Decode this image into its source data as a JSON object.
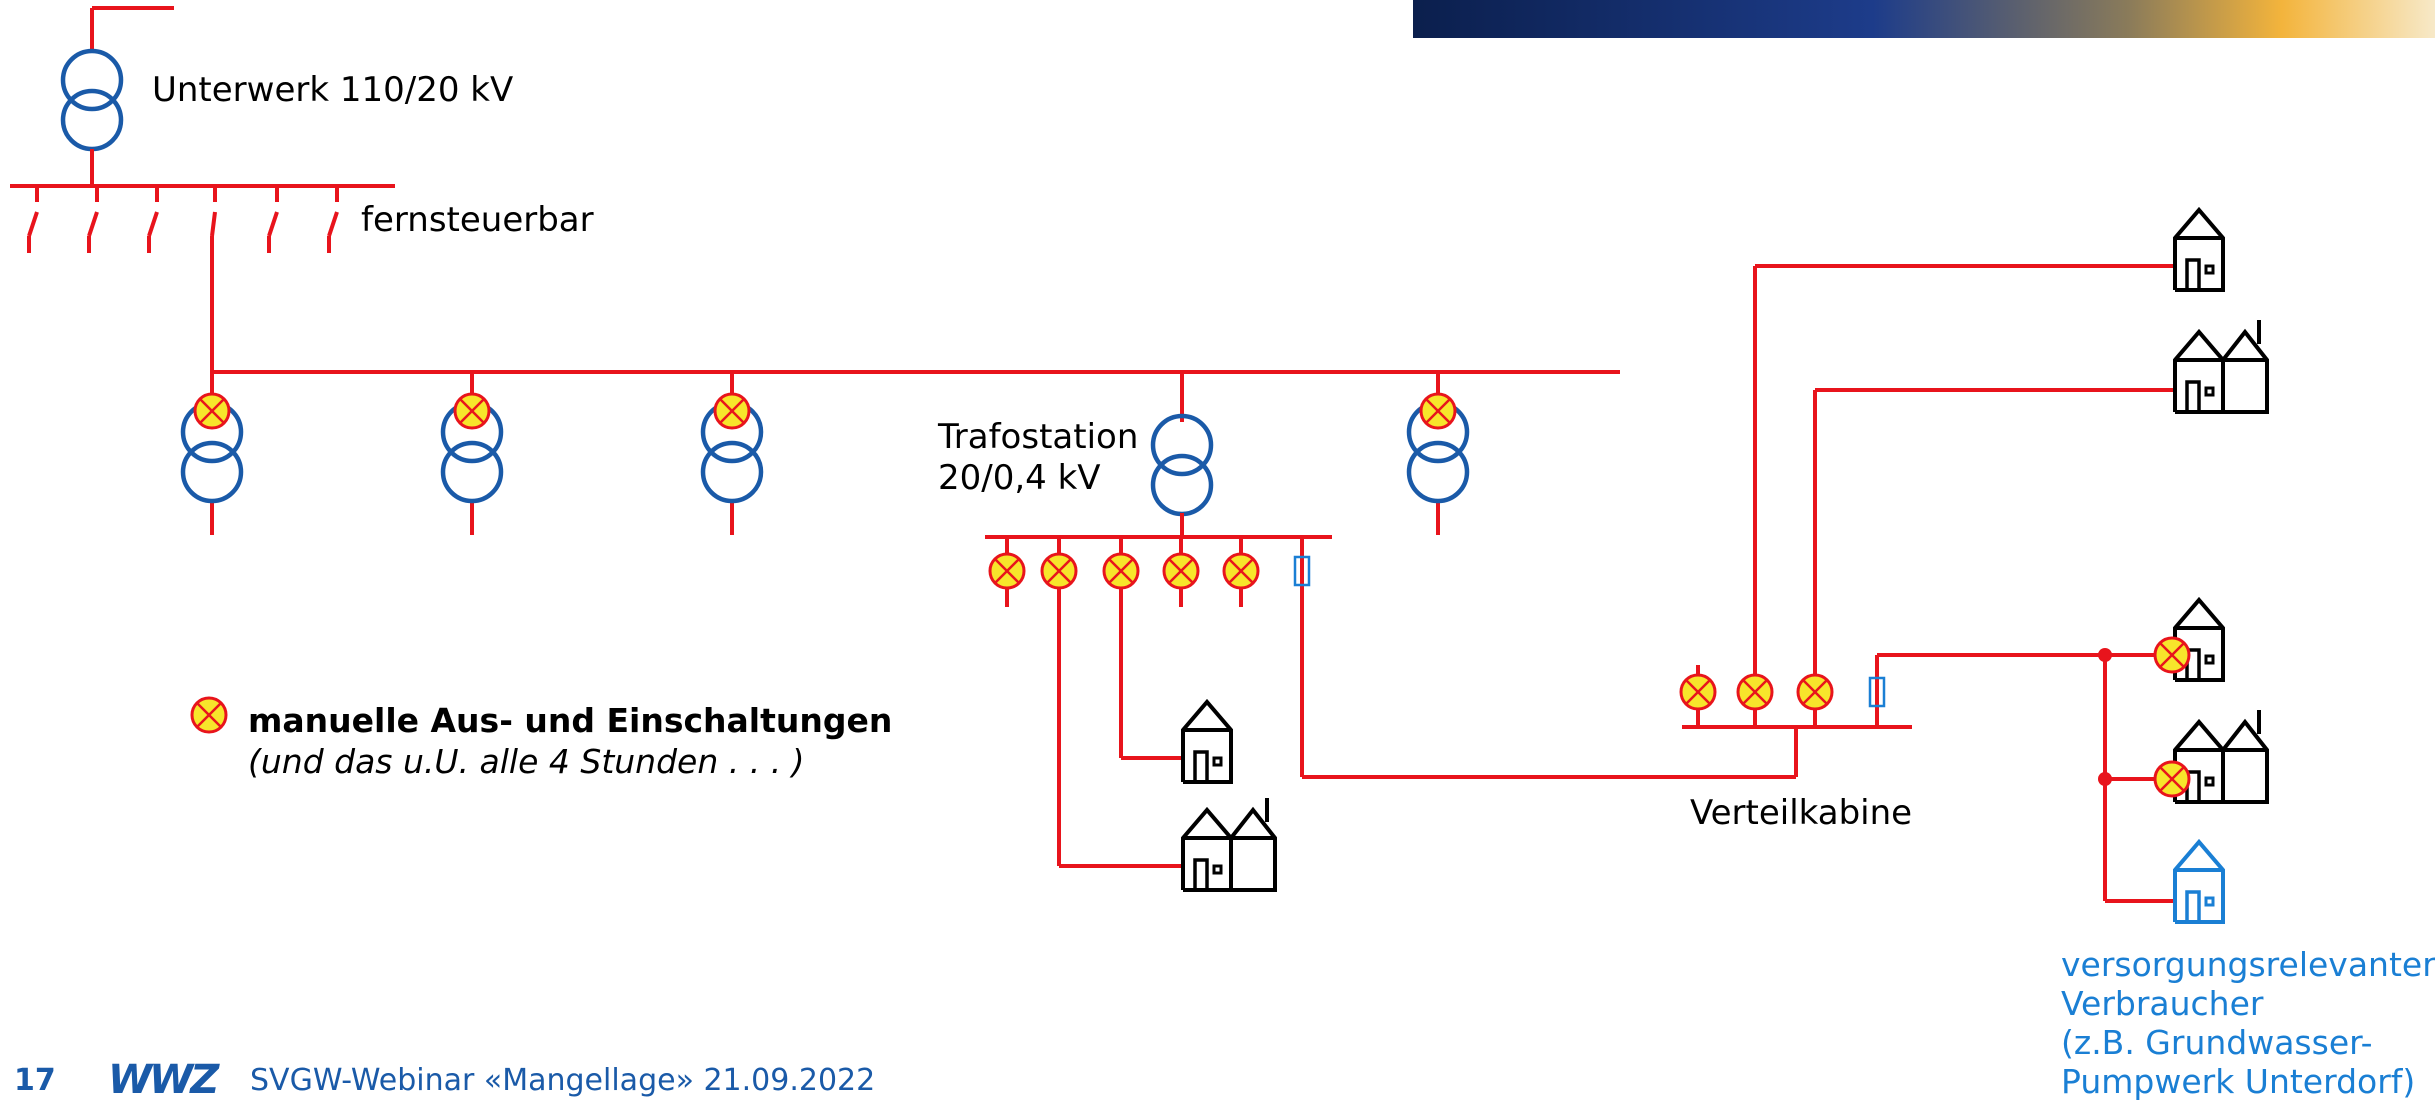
{
  "labels": {
    "substation": "Unterwerk 110/20 kV",
    "remote": "fernsteuerbar",
    "trafo_line1": "Trafostation",
    "trafo_line2": "20/0,4 kV",
    "cabinet": "Verteilkabine",
    "legend_bold": "manuelle Aus- und Einschaltungen",
    "legend_italic": "(und das u.U. alle 4 Stunden . . . )",
    "critical_line1": "versorgungsrelevanter",
    "critical_line2": "Verbraucher",
    "critical_line3": "(z.B. Grundwasser-",
    "critical_line4": "Pumpwerk Unterdorf)"
  },
  "footer": {
    "page_number": "17",
    "logo": "WWZ",
    "text": "SVGW-Webinar «Mangellage» 21.09.2022"
  },
  "colors": {
    "line": "#e8141c",
    "transformer": "#1a5aa8",
    "switch_fill": "#f7e52b",
    "switch_stroke": "#e8141c",
    "critical": "#1a7fd4",
    "house": "#000000"
  },
  "icons": [
    "transformer-icon",
    "manual-switch-icon",
    "fuse-icon",
    "house-icon",
    "double-house-icon"
  ]
}
